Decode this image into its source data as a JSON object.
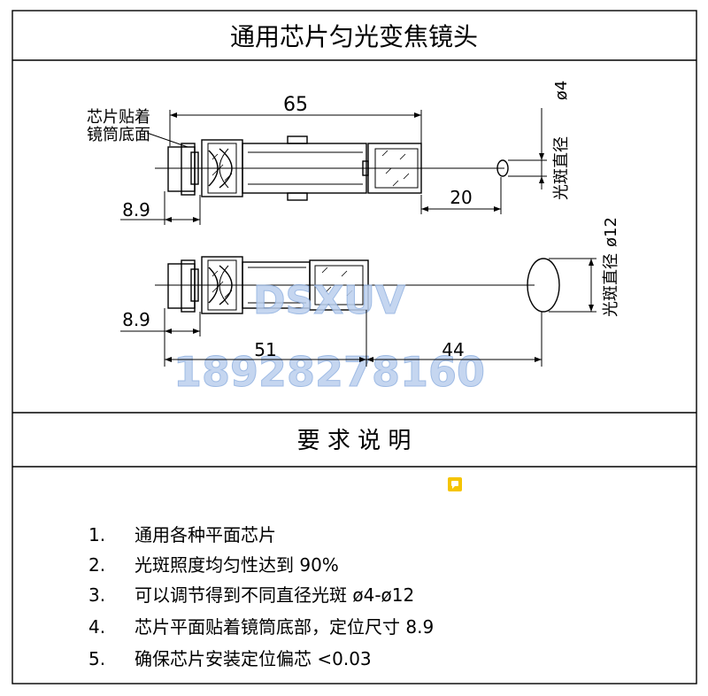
{
  "title": "通用芯片匀光变焦镜头",
  "top_view": {
    "chip_label_line1": "芯片贴着",
    "chip_label_line2": "镜筒底面",
    "dim_length": "65",
    "dim_offset": "8.9",
    "dim_distance": "20",
    "spot_label": "光斑直径",
    "spot_diameter": "ø4"
  },
  "bottom_view": {
    "dim_offset": "8.9",
    "dim_length": "51",
    "dim_distance": "44",
    "spot_label": "光斑直径",
    "spot_diameter": "ø12"
  },
  "watermark": {
    "line1": "DSXUV",
    "line2": "18928278160"
  },
  "requirements_title": "要  求  说  明",
  "requirements": [
    {
      "num": "1.",
      "text": "通用各种平面芯片"
    },
    {
      "num": "2.",
      "text": "光斑照度均匀性达到  90%"
    },
    {
      "num": "3.",
      "text": "可以调节得到不同直径光斑  ø4-ø12"
    },
    {
      "num": "4.",
      "text": "芯片平面贴着镜筒底部，定位尺寸  8.9"
    },
    {
      "num": "5.",
      "text": "确保芯片安装定位偏芯  <0.03"
    }
  ],
  "icons": {
    "comment": "comment-icon"
  }
}
